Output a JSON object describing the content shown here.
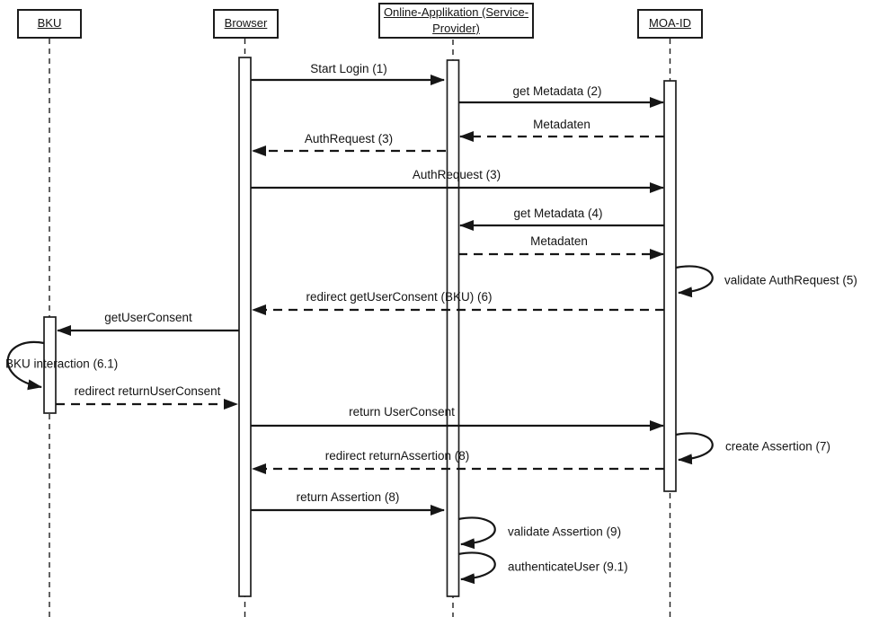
{
  "diagram_type": "uml-sequence",
  "colors": {
    "line": "#161616",
    "background": "#ffffff"
  },
  "actors": [
    {
      "label": "BKU"
    },
    {
      "label": "Browser"
    },
    {
      "label": "Online-Applikation (Service-Provider)"
    },
    {
      "label": "MOA-ID"
    }
  ],
  "messages": [
    {
      "label": "Start Login (1)",
      "from": "Browser",
      "to": "Online-Applikation (Service-Provider)",
      "style": "solid"
    },
    {
      "label": "get Metadata (2)",
      "from": "Online-Applikation (Service-Provider)",
      "to": "MOA-ID",
      "style": "solid"
    },
    {
      "label": "Metadaten",
      "from": "MOA-ID",
      "to": "Online-Applikation (Service-Provider)",
      "style": "dashed"
    },
    {
      "label": "AuthRequest (3)",
      "from": "Online-Applikation (Service-Provider)",
      "to": "Browser",
      "style": "dashed"
    },
    {
      "label": "AuthRequest (3)",
      "from": "Browser",
      "to": "MOA-ID",
      "style": "solid"
    },
    {
      "label": "get Metadata (4)",
      "from": "MOA-ID",
      "to": "Online-Applikation (Service-Provider)",
      "style": "solid"
    },
    {
      "label": "Metadaten",
      "from": "Online-Applikation (Service-Provider)",
      "to": "MOA-ID",
      "style": "dashed"
    },
    {
      "label": "validate AuthRequest (5)",
      "from": "MOA-ID",
      "to": "MOA-ID",
      "style": "self"
    },
    {
      "label": "redirect getUserConsent (BKU) (6)",
      "from": "MOA-ID",
      "to": "Browser",
      "style": "dashed"
    },
    {
      "label": "getUserConsent",
      "from": "Browser",
      "to": "BKU",
      "style": "solid"
    },
    {
      "label": "BKU interaction (6.1)",
      "from": "BKU",
      "to": "BKU",
      "style": "self"
    },
    {
      "label": "redirect returnUserConsent",
      "from": "BKU",
      "to": "Browser",
      "style": "dashed"
    },
    {
      "label": "return UserConsent",
      "from": "Browser",
      "to": "MOA-ID",
      "style": "solid"
    },
    {
      "label": "create Assertion (7)",
      "from": "MOA-ID",
      "to": "MOA-ID",
      "style": "self"
    },
    {
      "label": "redirect returnAssertion (8)",
      "from": "MOA-ID",
      "to": "Browser",
      "style": "dashed"
    },
    {
      "label": "return Assertion (8)",
      "from": "Browser",
      "to": "Online-Applikation (Service-Provider)",
      "style": "solid"
    },
    {
      "label": "validate Assertion (9)",
      "from": "Online-Applikation (Service-Provider)",
      "to": "Online-Applikation (Service-Provider)",
      "style": "self"
    },
    {
      "label": "authenticateUser (9.1)",
      "from": "Online-Applikation (Service-Provider)",
      "to": "Online-Applikation (Service-Provider)",
      "style": "self"
    }
  ]
}
